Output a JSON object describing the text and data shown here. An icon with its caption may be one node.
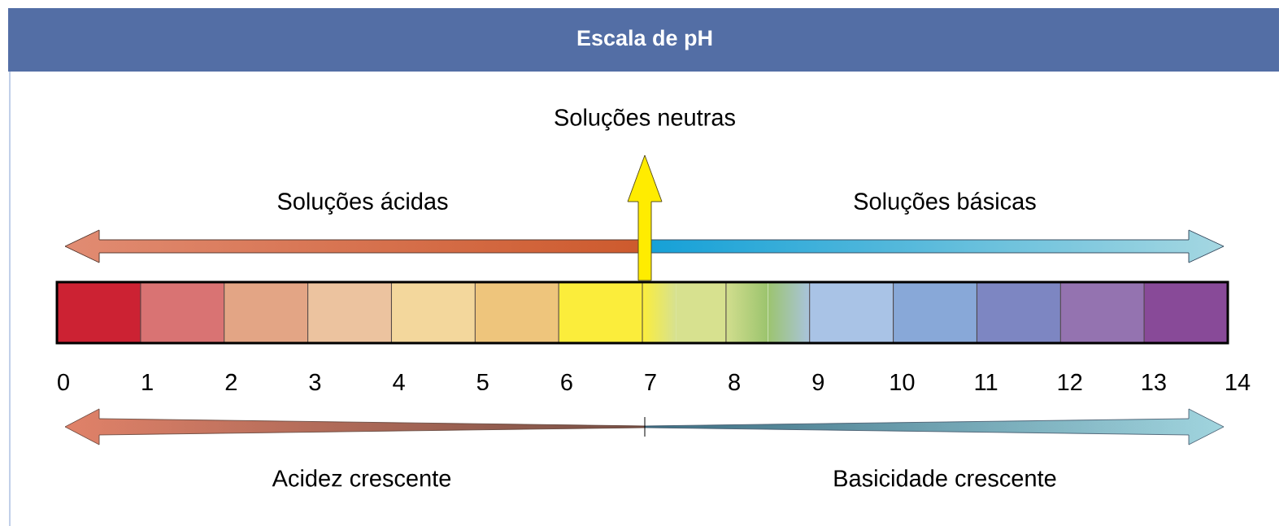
{
  "diagram": {
    "title": "Escala de pH",
    "labels": [
      "Soluções neutras",
      "Soluções ácidas",
      "Soluções básicas",
      "0",
      "1",
      "2",
      "3",
      "4",
      "5",
      "6",
      "7",
      "8",
      "9",
      "10",
      "11",
      "12",
      "13",
      "14",
      "Acidez crescente",
      "Basicidade crescente"
    ]
  }
}
